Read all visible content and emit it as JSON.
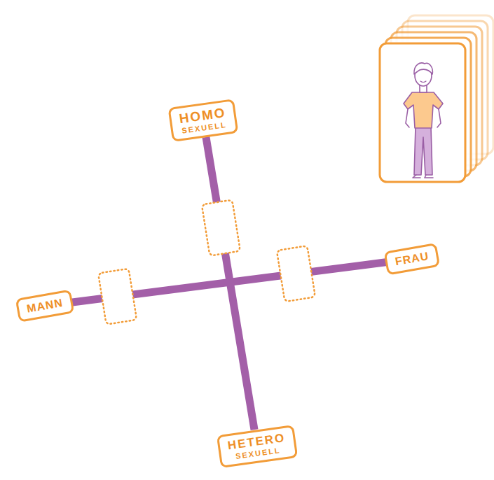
{
  "diagram": {
    "nodes": [
      {
        "text": [
          "HOMO",
          "SEXUELL"
        ]
      },
      {
        "text": [
          "FRAU"
        ]
      },
      {
        "text": [
          "MANN"
        ]
      },
      {
        "text": [
          "HETERO",
          "SEXUELL"
        ]
      }
    ],
    "edges": [
      {
        "from": 2,
        "to": 1,
        "arrow": "none"
      },
      {
        "from": 0,
        "to": 3,
        "arrow": "none"
      }
    ]
  }
}
